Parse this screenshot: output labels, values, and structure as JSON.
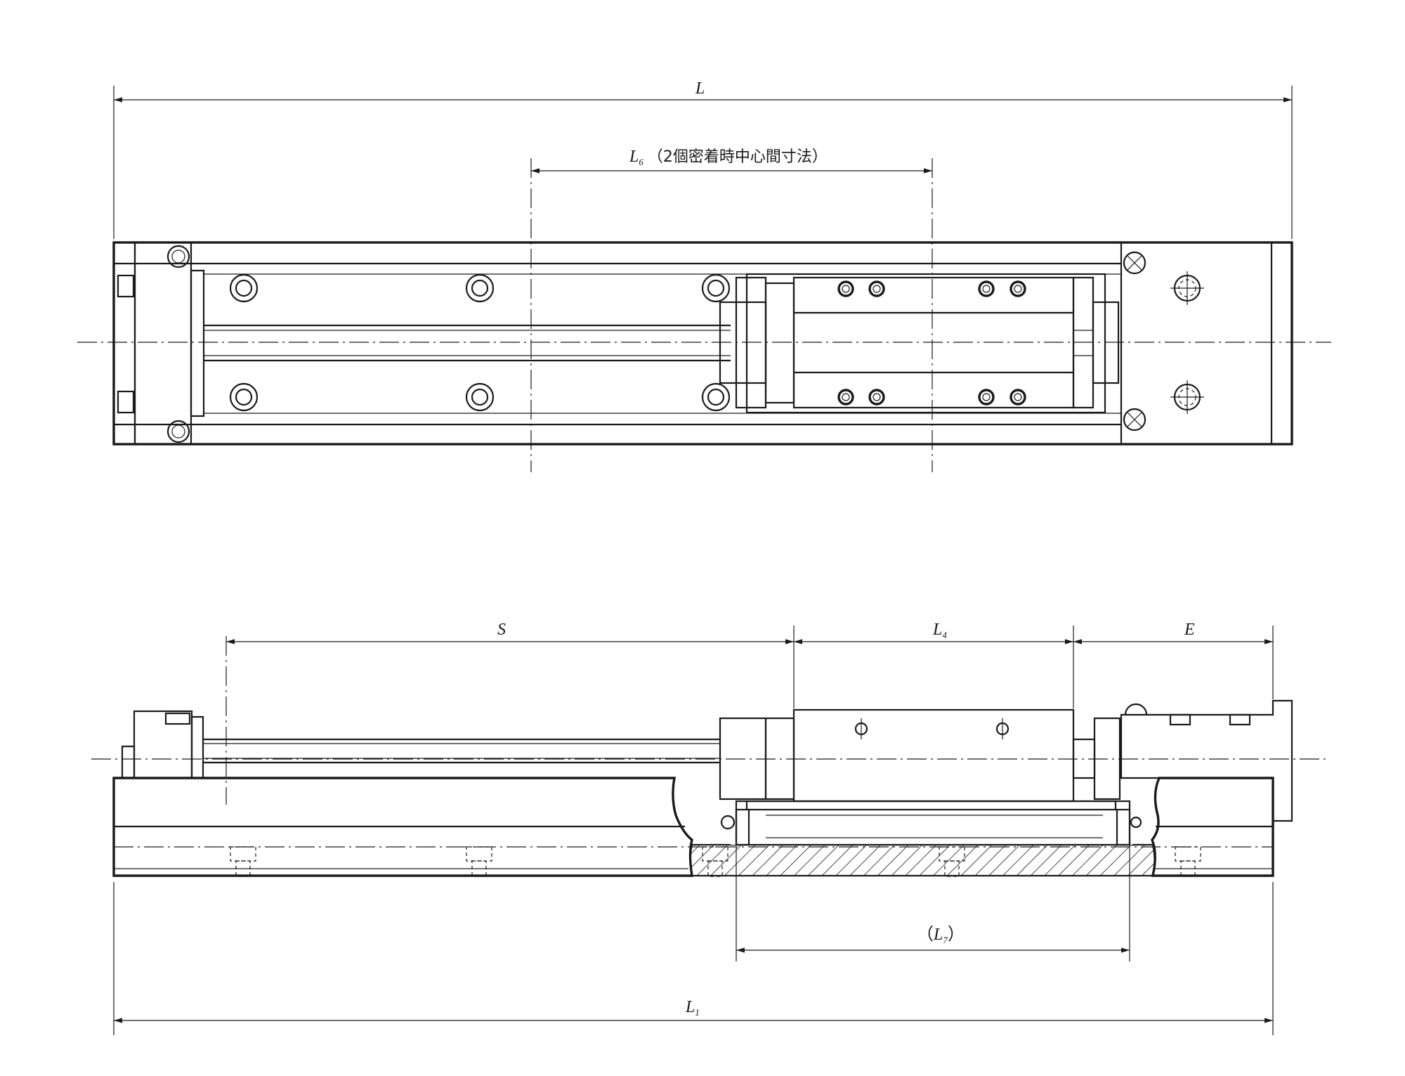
{
  "dimensions": {
    "L": "L",
    "L6": {
      "main": "L",
      "sub": "6",
      "note": "（2個密着時中心間寸法）"
    },
    "S": "S",
    "L4": {
      "main": "L",
      "sub": "4"
    },
    "E": "E",
    "L7": {
      "open": "（",
      "main": "L",
      "sub": "7",
      "close": "）"
    },
    "L1": {
      "main": "L",
      "sub": "1"
    }
  },
  "colors": {
    "line": "#1a1a1a",
    "background": "#ffffff"
  }
}
